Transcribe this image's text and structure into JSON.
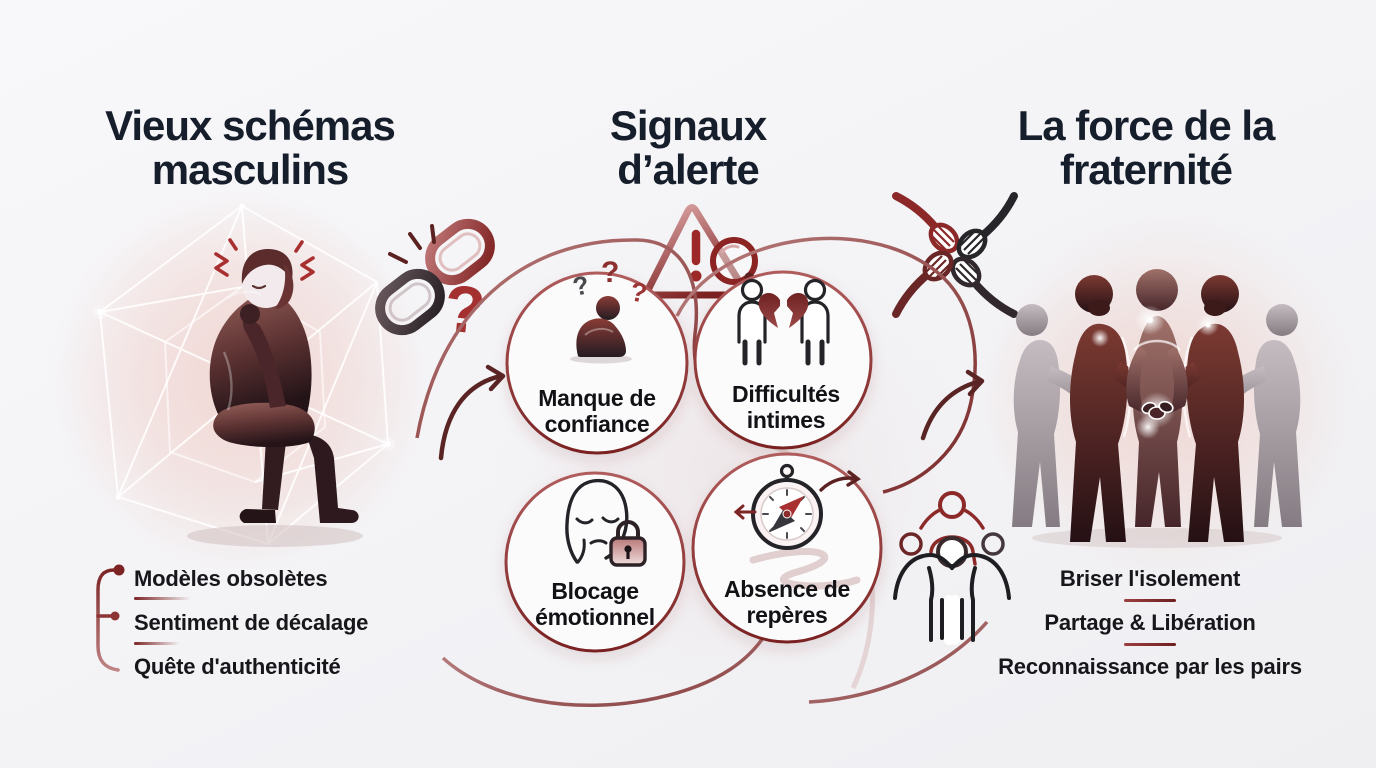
{
  "palette": {
    "background": "#f4f4f6",
    "title_color": "#161d2b",
    "text_color": "#17171b",
    "maroon": "#8a2a2a",
    "dark_maroon": "#5c2222",
    "accent_red": "#a83232",
    "circle_fill": "#fcfbfc"
  },
  "glyphs": {
    "question_mark": "?"
  },
  "left_section": {
    "title": "Vieux schémas masculins",
    "illustration": "thinking-man-in-geometric-cage",
    "items": [
      "Modèles obsolètes",
      "Sentiment de décalage",
      "Quête d'authenticité"
    ]
  },
  "center_section": {
    "title": "Signaux d’alerte",
    "top_icons": [
      "broken-chain-question-icon",
      "warning-triangle-magnifier-icon"
    ],
    "circles": [
      {
        "label": "Manque de confiance",
        "icon": "anxious-person-icon"
      },
      {
        "label": "Difficultés intimes",
        "icon": "couple-broken-heart-icon"
      },
      {
        "label": "Blocage émotionnel",
        "icon": "locked-face-icon"
      },
      {
        "label": "Absence de repères",
        "icon": "compass-lost-icon"
      }
    ]
  },
  "right_section": {
    "title": "La force de la fraternité",
    "top_icon": "unity-hands-icon",
    "bottom_icon": "support-group-icon",
    "illustration": "fraternity-circle-of-men",
    "items": [
      "Briser l'isolement",
      "Partage & Libération",
      "Reconnaissance par les pairs"
    ]
  }
}
